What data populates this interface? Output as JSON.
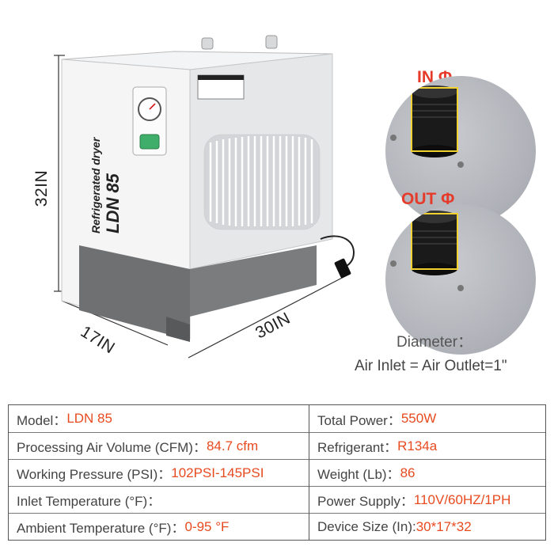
{
  "dimensions": {
    "height": "32IN",
    "depth": "17IN",
    "width": "30IN"
  },
  "product": {
    "brand_line": "Refrigerated dryer",
    "model": "LDN 85"
  },
  "fittings": {
    "inlet_label": "IN Φ",
    "outlet_label": "OUT Φ"
  },
  "diameter": {
    "title": "Diameter：",
    "value": "Air Inlet = Air Outlet=1\""
  },
  "specs": {
    "left": [
      {
        "key": "Model：",
        "value": "LDN 85"
      },
      {
        "key": "Processing Air Volume (CFM)：",
        "value": "84.7 cfm"
      },
      {
        "key": "Working Pressure (PSI)：",
        "value": "102PSI-145PSI"
      },
      {
        "key": "Inlet Temperature (°F)：",
        "value": ""
      },
      {
        "key": "Ambient Temperature (°F)：",
        "value": "0-95 °F"
      }
    ],
    "right": [
      {
        "key": "Total Power：",
        "value": "550W"
      },
      {
        "key": "Refrigerant：",
        "value": "R134a"
      },
      {
        "key": "Weight (Lb)：",
        "value": "86"
      },
      {
        "key": "Power Supply：",
        "value": "110V/60HZ/1PH"
      },
      {
        "key": "Device Size (In):",
        "value": "30*17*32"
      }
    ]
  },
  "colors": {
    "accent": "#e84a1f",
    "cabinet": "#eeeff1",
    "base": "#6d6e70"
  }
}
